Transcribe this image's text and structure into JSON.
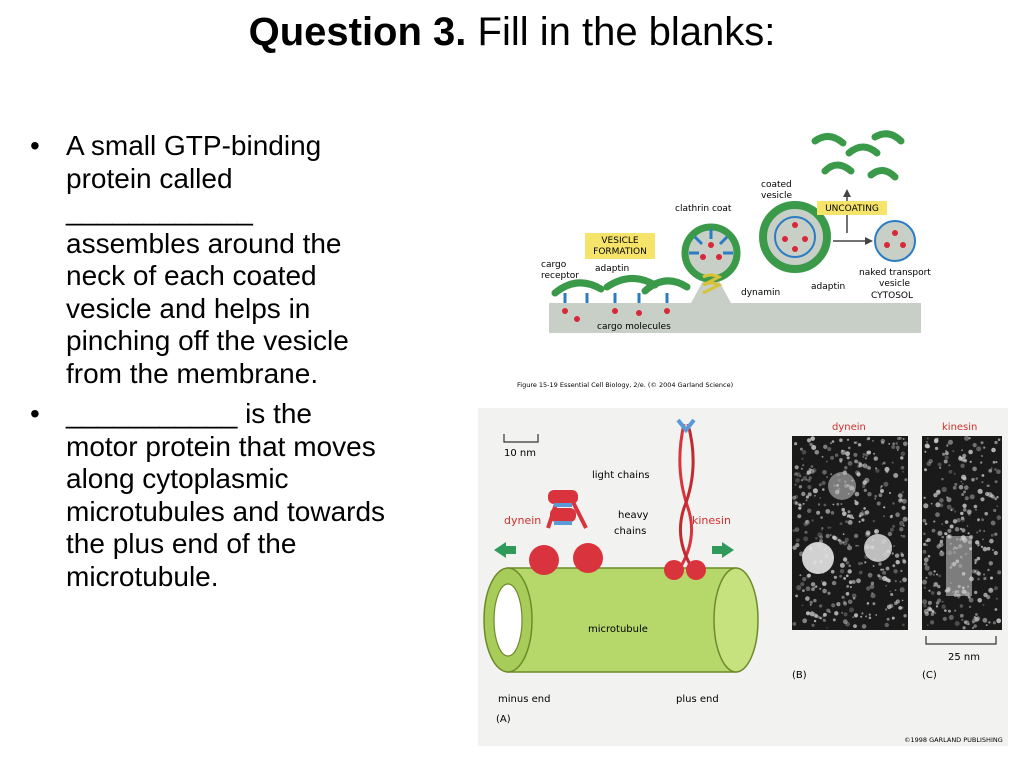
{
  "title": {
    "bold": "Question 3.",
    "rest": " Fill in the blanks:"
  },
  "bullets": [
    {
      "dot": "•",
      "text": "A small GTP-binding protein called ____________ assembles around the neck of each coated vesicle and helps in pinching off the vesicle from the membrane."
    },
    {
      "dot": "•",
      "text": "___________ is the motor protein that moves along cytoplasmic microtubules and towards the plus end of the microtubule."
    }
  ],
  "figure1": {
    "labels": {
      "clathrin_coat": "clathrin coat",
      "coated_vesicle_1": "coated",
      "coated_vesicle_2": "vesicle",
      "uncoating": "UNCOATING",
      "vesicle_formation_1": "VESICLE",
      "vesicle_formation_2": "FORMATION",
      "cargo_receptor_1": "cargo",
      "cargo_receptor_2": "receptor",
      "adaptin_left": "adaptin",
      "dynamin": "dynamin",
      "adaptin_right": "adaptin",
      "naked_1": "naked transport",
      "naked_2": "vesicle",
      "cytosol": "CYTOSOL",
      "cargo_molecules": "cargo molecules"
    },
    "caption": "Figure 15-19  Essential Cell Biology, 2/e. (© 2004 Garland Science)",
    "colors": {
      "membrane": "#c8cfc6",
      "clathrin": "#3a9a4a",
      "adaptin": "#2b7cc4",
      "cargo": "#d8283a",
      "dynamin": "#d8c23a",
      "label_box": "#f6e46a"
    }
  },
  "figure2": {
    "scale_left": "10 nm",
    "light_chains": "light chains",
    "heavy_chains_1": "heavy",
    "heavy_chains_2": "chains",
    "dynein": "dynein",
    "kinesin": "kinesin",
    "microtubule": "microtubule",
    "minus_end": "minus end",
    "plus_end": "plus end",
    "panel_a": "(A)",
    "panel_b": "(B)",
    "panel_c": "(C)",
    "em_dynein": "dynein",
    "em_kinesin": "kinesin",
    "scale_right": "25 nm",
    "copyright": "©1998 GARLAND PUBLISHING",
    "colors": {
      "motor_red": "#d9343e",
      "tube_green": "#b6d86a",
      "arrow_green": "#2f9a5a",
      "label_red": "#d0302c"
    }
  }
}
